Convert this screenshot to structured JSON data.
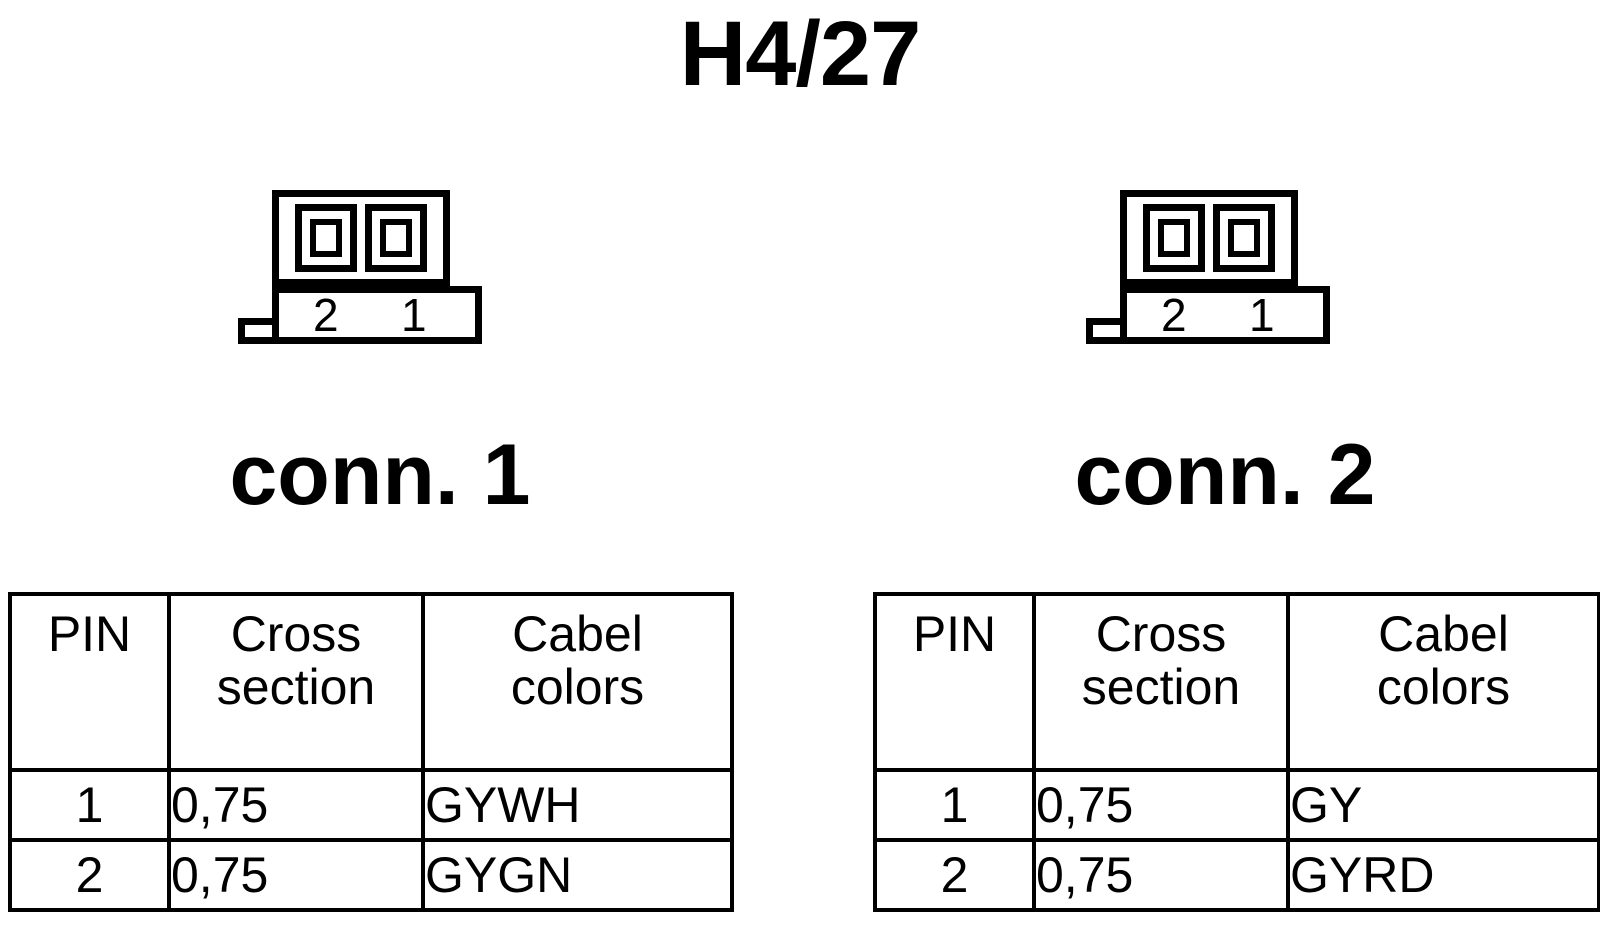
{
  "title": "H4/27",
  "connectors": [
    {
      "id": "conn-1",
      "label": "conn. 1",
      "symbol": {
        "pin_numbers": [
          "2",
          "1"
        ],
        "pin_count": 2
      },
      "table": {
        "headers": [
          "PIN",
          "Cross section",
          "Cabel colors"
        ],
        "header_lines": [
          [
            "PIN"
          ],
          [
            "Cross",
            "section"
          ],
          [
            "Cabel",
            "colors"
          ]
        ],
        "rows": [
          {
            "pin": "1",
            "cross_section": "0,75",
            "cable_color": "GYWH"
          },
          {
            "pin": "2",
            "cross_section": "0,75",
            "cable_color": "GYGN"
          }
        ]
      }
    },
    {
      "id": "conn-2",
      "label": "conn. 2",
      "symbol": {
        "pin_numbers": [
          "2",
          "1"
        ],
        "pin_count": 2
      },
      "table": {
        "headers": [
          "PIN",
          "Cross section",
          "Cabel colors"
        ],
        "header_lines": [
          [
            "PIN"
          ],
          [
            "Cross",
            "section"
          ],
          [
            "Cabel",
            "colors"
          ]
        ],
        "rows": [
          {
            "pin": "1",
            "cross_section": "0,75",
            "cable_color": "GY"
          },
          {
            "pin": "2",
            "cross_section": "0,75",
            "cable_color": "GYRD"
          }
        ]
      }
    }
  ],
  "colors": {
    "ink": "#000000",
    "background": "#ffffff"
  }
}
